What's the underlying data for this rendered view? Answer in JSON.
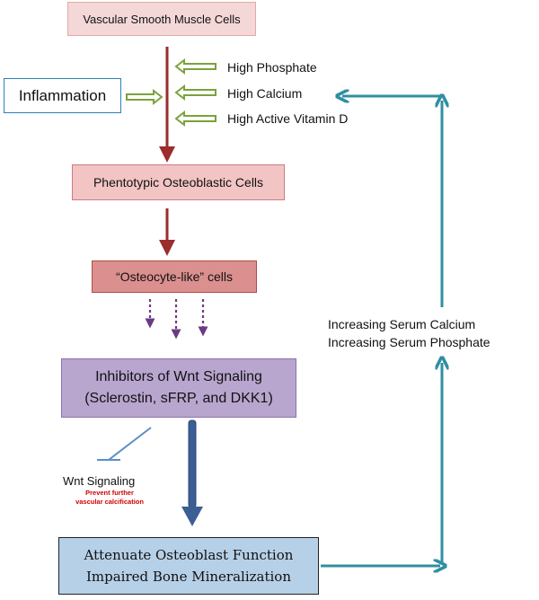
{
  "nodes": {
    "vsmc": "Vascular Smooth Muscle Cells",
    "inflammation": "Inflammation",
    "phenotypic": "Phentotypic Osteoblastic Cells",
    "osteocyte_like": "“Osteocyte-like” cells",
    "inhibitors_line1": "Inhibitors of Wnt Signaling",
    "inhibitors_line2": "(Sclerostin, sFRP, and DKK1)",
    "attenuate_line1": "Attenuate Osteoblast Function",
    "attenuate_line2": "Impaired Bone Mineralization"
  },
  "factors": [
    "High Phosphate",
    "High Calcium",
    "High Active Vitamin D"
  ],
  "wnt": {
    "label": "Wnt Signaling",
    "note_line1": "Prevent further",
    "note_line2": "vascular calcification"
  },
  "serum": [
    "Increasing Serum Calcium",
    "Increasing Serum Phosphate"
  ],
  "colors": {
    "main_arrow": "#9b2d2d",
    "factor_arrow": "#7aa23a",
    "dotted_arrow": "#6b3a85",
    "inhibition": "#5a8fc9",
    "big_arrow": "#3b5f95",
    "feedback": "#2f8fa1",
    "note": "#d00000"
  }
}
